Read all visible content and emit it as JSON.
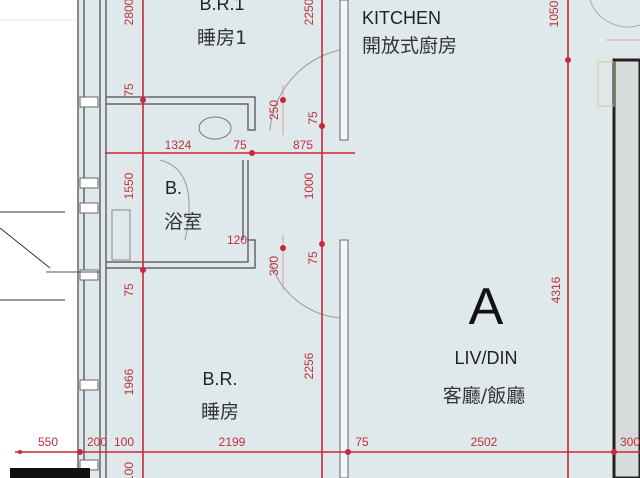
{
  "plan": {
    "colors": {
      "floor": "#dfe8ea",
      "dimension": "#c8283a",
      "wall": "#666666"
    },
    "flat_label": "A",
    "rooms": {
      "bedroom1": {
        "en": "B.R.1",
        "zh": "睡房1"
      },
      "kitchen": {
        "en": "KITCHEN",
        "zh": "開放式廚房"
      },
      "bathroom": {
        "en": "B.",
        "zh": "浴室"
      },
      "bedroom": {
        "en": "B.R.",
        "zh": "睡房"
      },
      "living": {
        "en": "LIV/DIN",
        "zh": "客廳/飯廳"
      }
    },
    "dimensions": {
      "top_left_v": "2800",
      "top_mid_v": "2250",
      "top_right_v": "1050",
      "v_75_a": "75",
      "v_250": "250",
      "v_75_b": "75",
      "h_1324": "1324",
      "h_75": "75",
      "h_875": "875",
      "v_1550": "1550",
      "v_1000": "1000",
      "h_120": "120",
      "v_300": "300",
      "v_75_c": "75",
      "v_75_d": "75",
      "v_4316": "4316",
      "v_1966": "1966",
      "v_2256": "2256",
      "h_550": "550",
      "h_200": "200",
      "h_100": "100",
      "h_2199": "2199",
      "h_75_b": "75",
      "h_2502": "2502",
      "h_300": "300",
      "v_100_bottom": "100"
    }
  }
}
